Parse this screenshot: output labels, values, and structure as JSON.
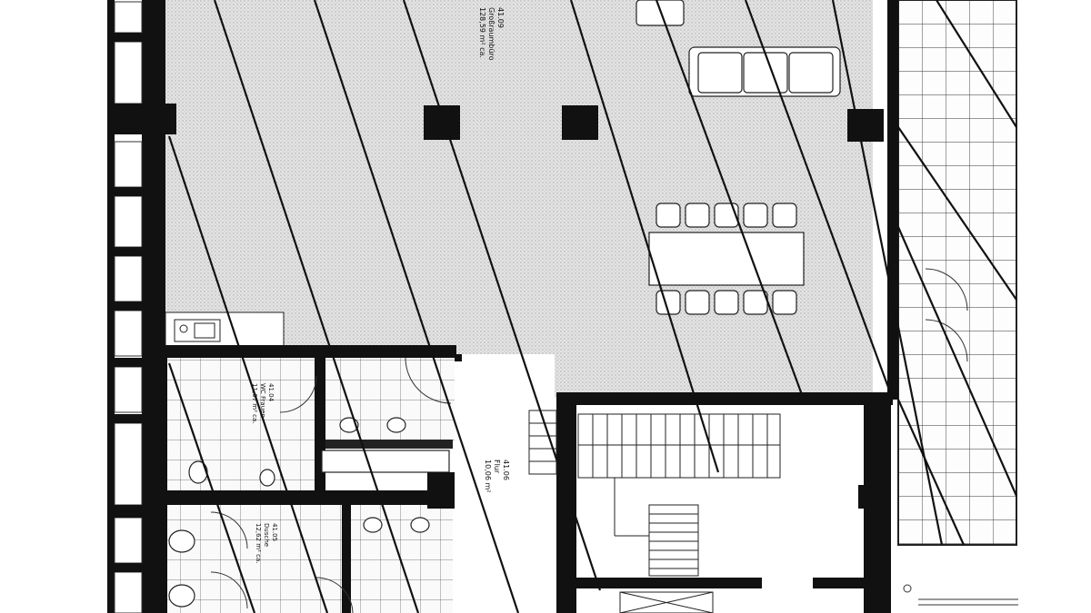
{
  "plan": {
    "rooms": [
      {
        "id": "office",
        "number": "41.09",
        "name": "Großraumbüro",
        "area": "128,59 m² ca."
      },
      {
        "id": "wc_women",
        "number": "41.04",
        "name": "WC Frauen",
        "area": "11,67 m² ca."
      },
      {
        "id": "wc_men",
        "number": "41.05",
        "name": "Dusche",
        "area": "12,62 m² ca."
      },
      {
        "id": "corridor",
        "number": "41.06",
        "name": "Flur",
        "area": "10,06 m²"
      }
    ],
    "colors": {
      "wall": "#111111",
      "hatch_fill": "#d9d9d9",
      "line": "#1a1a1a",
      "background": "#ffffff"
    }
  }
}
